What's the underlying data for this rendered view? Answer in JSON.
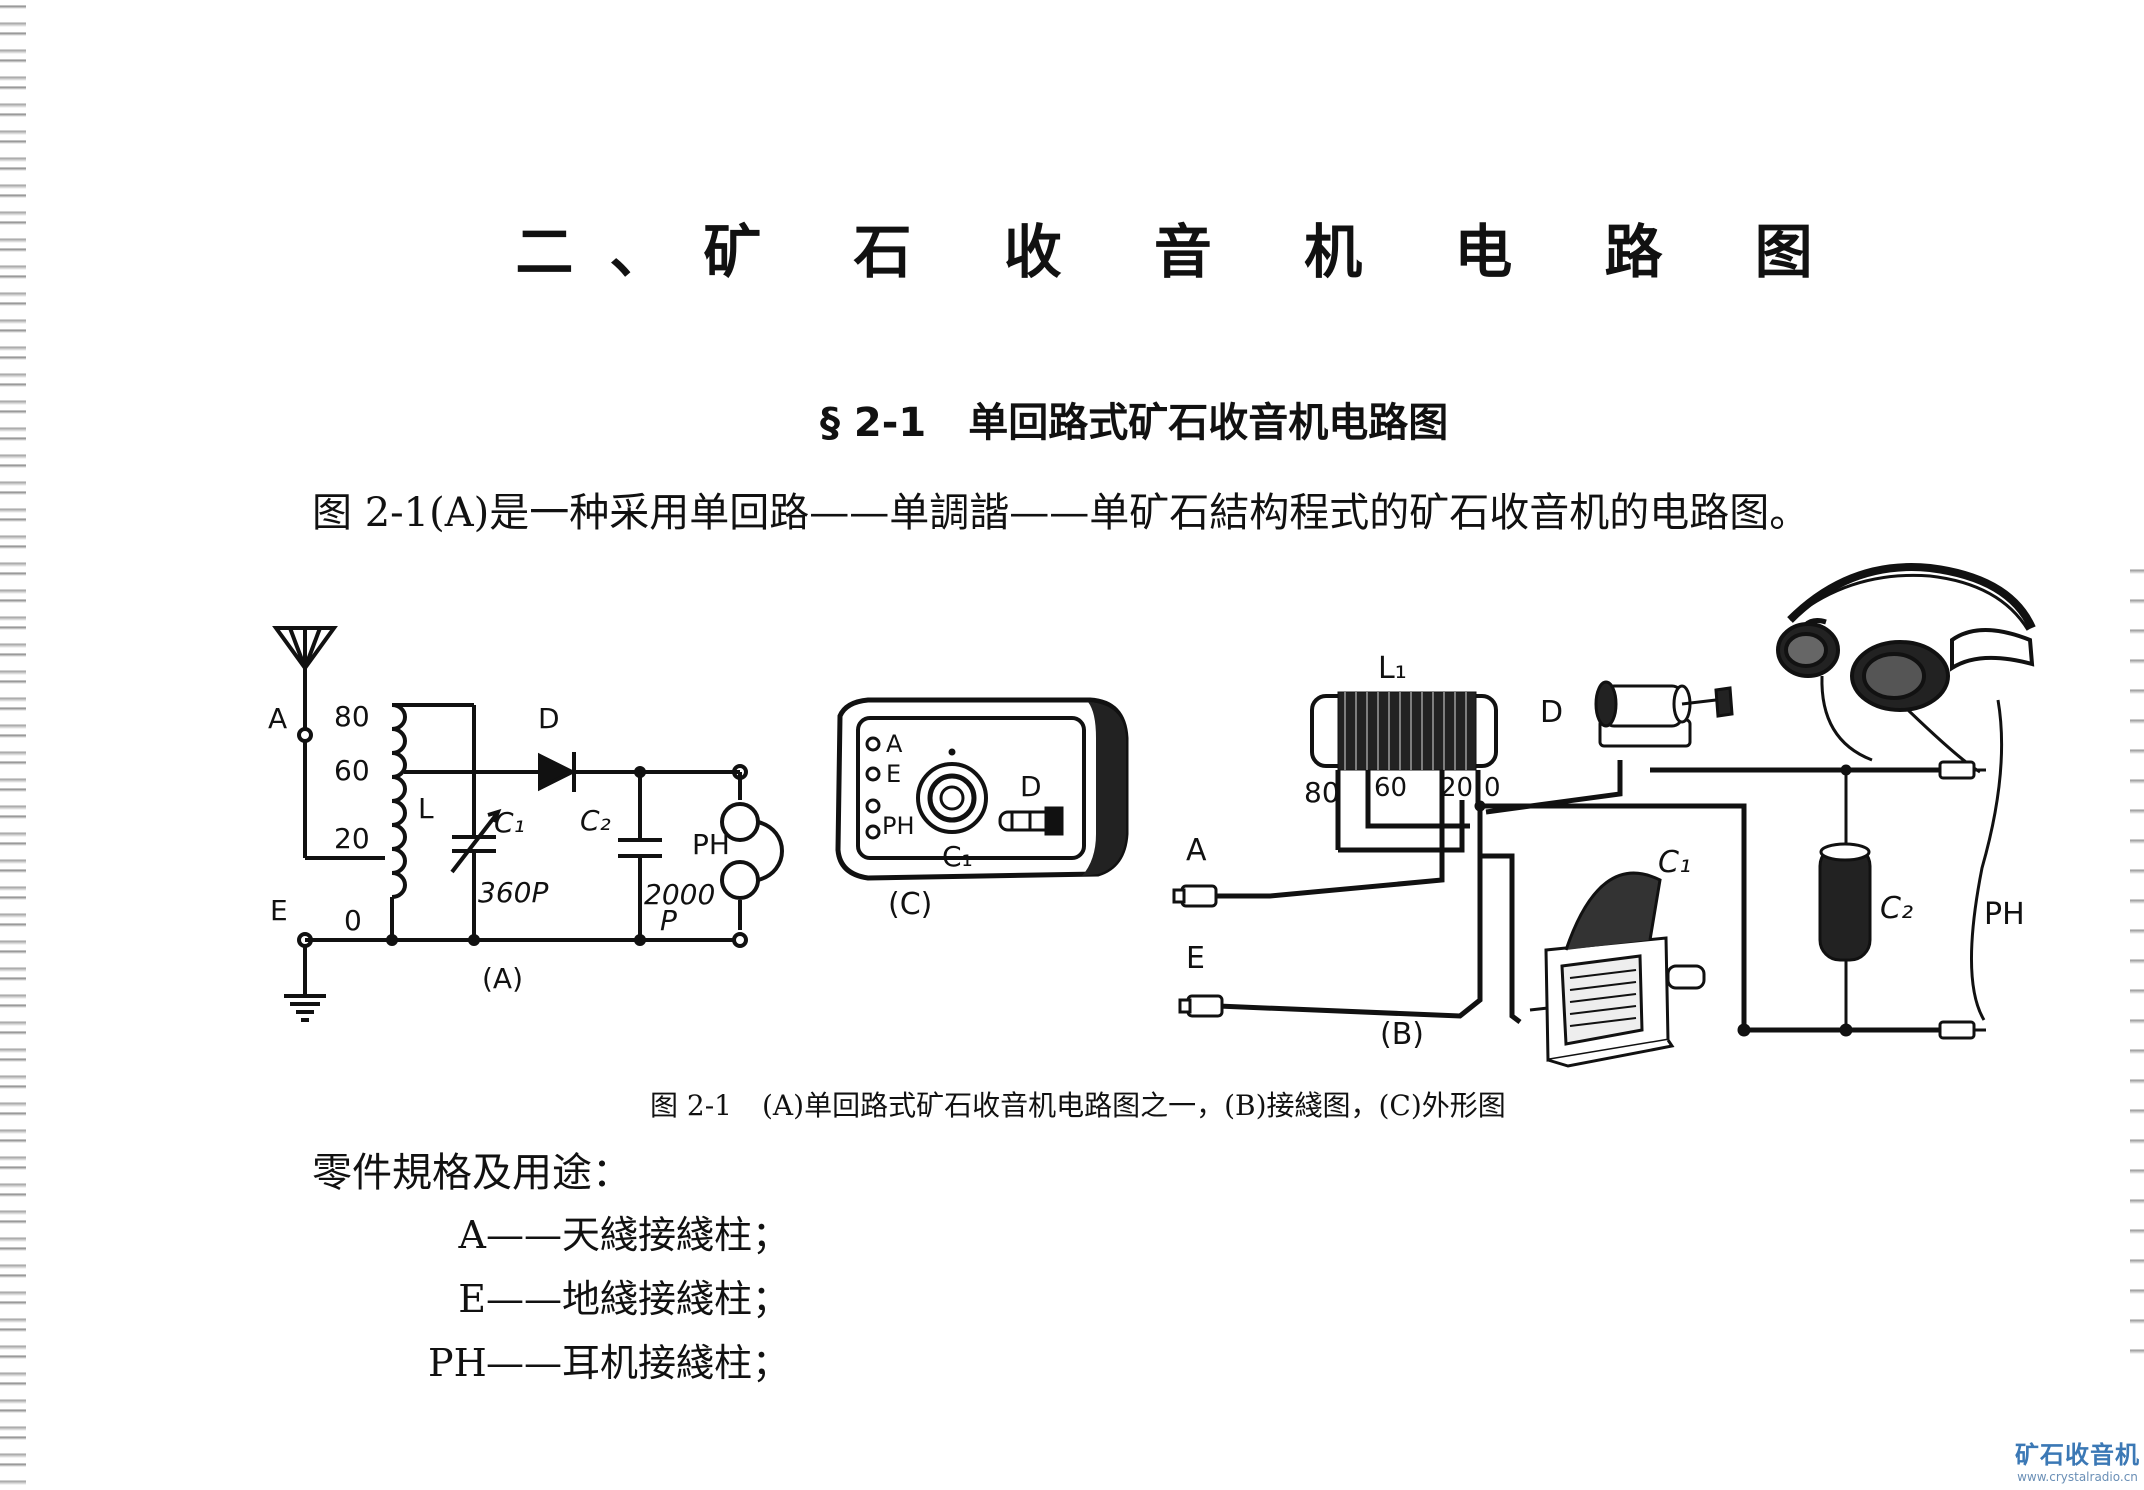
{
  "title": "二、矿 石 收 音 机 电 路 图",
  "section": {
    "number": "§ 2-1",
    "title": "单回路式矿石收音机电路图"
  },
  "intro": "图 2-1(A)是一种采用单回路——单調諧——单矿石結构程式的矿石收音机的电路图。",
  "figure": {
    "circuit_a": {
      "label": "(A)",
      "antenna": "A",
      "earth": "E",
      "taps": [
        "80",
        "60",
        "20",
        "0"
      ],
      "coil": "L",
      "cap1": "C₁",
      "cap1_value": "360P",
      "cap2": "C₂",
      "cap2_value_line1": "2000",
      "cap2_value_line2": "P",
      "diode": "D",
      "phones": "PH"
    },
    "external_c": {
      "label": "(C)",
      "jack_a": "A",
      "jack_e": "E",
      "jack_ph": "PH",
      "knob": "C₁",
      "diode": "D"
    },
    "wiring_b": {
      "label": "(B)",
      "coil": "L₁",
      "taps": [
        "80",
        "60",
        "20",
        "0"
      ],
      "diode": "D",
      "antenna": "A",
      "earth": "E",
      "cap1": "C₁",
      "cap2": "C₂",
      "phones": "PH"
    },
    "caption_no": "图 2-1",
    "caption": "(A)单回路式矿石收音机电路图之一，(B)接綫图，(C)外形图"
  },
  "parts_heading": "零件規格及用途：",
  "parts": [
    {
      "symbol": "A",
      "desc": "——天綫接綫柱；"
    },
    {
      "symbol": "E",
      "desc": "——地綫接綫柱；"
    },
    {
      "symbol": "PH",
      "desc": "——耳机接綫柱；"
    }
  ],
  "watermark": {
    "line1": "矿石收音机",
    "line2": "www.crystalradio.cn"
  }
}
